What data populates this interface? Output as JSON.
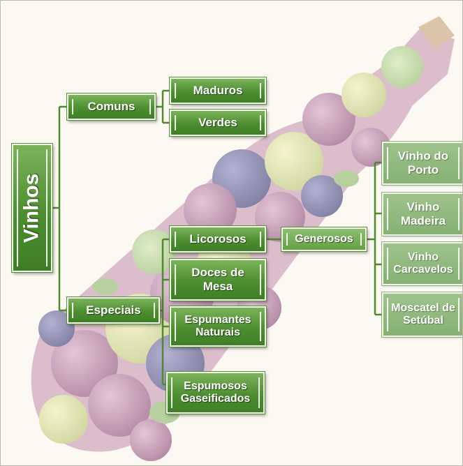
{
  "diagram": {
    "root": "Vinhos",
    "level1": {
      "comuns": "Comuns",
      "especiais": "Especiais"
    },
    "comuns_children": {
      "maduros": "Maduros",
      "verdes": "Verdes"
    },
    "especiais_children": {
      "licorosos": "Licorosos",
      "doces_de_mesa": "Doces de Mesa",
      "espumantes_naturais": "Espumantes Naturais",
      "espumosos_gaseificados": "Espumosos Gaseificados"
    },
    "licorosos_children": {
      "generosos": "Generosos"
    },
    "generosos_children": {
      "vinho_do_porto": "Vinho do Porto",
      "vinho_madeira": "Vinho Madeira",
      "vinho_carcavelos": "Vinho Carcavelos",
      "moscatel_de_setubal": "Moscatel de Setúbal"
    }
  },
  "colors": {
    "node_green": "#4d8e30",
    "connector": "#4f8a2e",
    "background": "#fbf9f2"
  },
  "background_image": "wine-bottle-made-of-grapes"
}
